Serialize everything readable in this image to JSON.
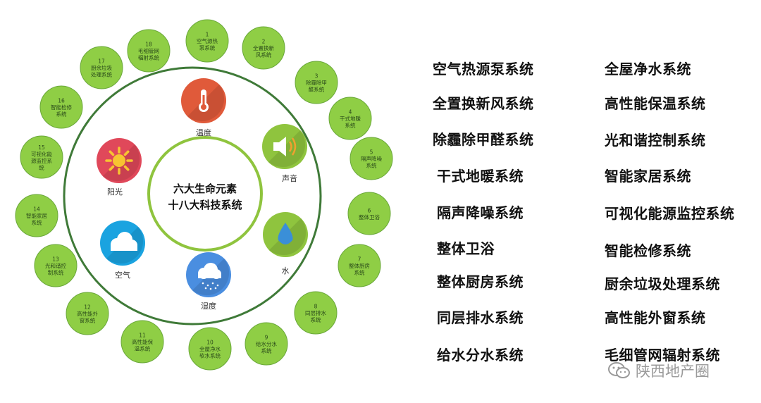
{
  "center": {
    "line1": "六大生命元素",
    "line2": "十八大科技系统"
  },
  "elements": [
    {
      "key": "temperature",
      "label": "温度",
      "icon": "thermometer-icon",
      "color": "#e05a3a"
    },
    {
      "key": "sound",
      "label": "声音",
      "icon": "speaker-icon",
      "color": "#8fc43e"
    },
    {
      "key": "water",
      "label": "水",
      "icon": "water-drop-icon",
      "color": "#8fc43e"
    },
    {
      "key": "humidity",
      "label": "湿度",
      "icon": "rain-cloud-icon",
      "color": "#4a8ee0"
    },
    {
      "key": "air",
      "label": "空气",
      "icon": "cloud-icon",
      "color": "#1aa3e0"
    },
    {
      "key": "sunlight",
      "label": "阳光",
      "icon": "sun-icon",
      "color": "#e0485a"
    }
  ],
  "systems": [
    {
      "num": "1",
      "lines": [
        "空气源热",
        "泵系统"
      ]
    },
    {
      "num": "2",
      "lines": [
        "全置换新",
        "风系统"
      ]
    },
    {
      "num": "3",
      "lines": [
        "除霾除甲",
        "醛系统"
      ]
    },
    {
      "num": "4",
      "lines": [
        "干式地暖",
        "系统"
      ]
    },
    {
      "num": "5",
      "lines": [
        "隔声降噪",
        "系统"
      ]
    },
    {
      "num": "6",
      "lines": [
        "整体卫浴"
      ]
    },
    {
      "num": "7",
      "lines": [
        "整体厨房",
        "系统"
      ]
    },
    {
      "num": "8",
      "lines": [
        "同层排水",
        "系统"
      ]
    },
    {
      "num": "9",
      "lines": [
        "给水分水",
        "系统"
      ]
    },
    {
      "num": "10",
      "lines": [
        "全屋净水",
        "软水系统"
      ]
    },
    {
      "num": "11",
      "lines": [
        "高性能保",
        "温系统"
      ]
    },
    {
      "num": "12",
      "lines": [
        "高性能外",
        "窗系统"
      ]
    },
    {
      "num": "13",
      "lines": [
        "光和谐控",
        "制系统"
      ]
    },
    {
      "num": "14",
      "lines": [
        "智能家居",
        "系统"
      ]
    },
    {
      "num": "15",
      "lines": [
        "可视化能",
        "源监控系",
        "统"
      ]
    },
    {
      "num": "16",
      "lines": [
        "智能检修",
        "系统"
      ]
    },
    {
      "num": "17",
      "lines": [
        "厨余垃圾",
        "处理系统"
      ]
    },
    {
      "num": "18",
      "lines": [
        "毛细管网",
        "辐射系统"
      ]
    }
  ],
  "list_left": [
    "空气热源泵系统",
    "全置换新风系统",
    "除霾除甲醛系统",
    "干式地暖系统",
    "隔声降噪系统",
    "整体卫浴",
    "整体厨房系统",
    "同层排水系统",
    "给水分水系统"
  ],
  "list_right": [
    "全屋净水系统",
    "高性能保温系统",
    "光和谐控制系统",
    "智能家居系统",
    "可视化能源监控系统",
    "智能检修系统",
    "厨余垃圾处理系统",
    "高性能外窗系统",
    "毛细管网辐射系统"
  ],
  "watermark": "陕西地产圈",
  "colors": {
    "ring": "#3f7a38",
    "node_fill": "#8fce45",
    "inner_ring": "#8fc43e"
  }
}
